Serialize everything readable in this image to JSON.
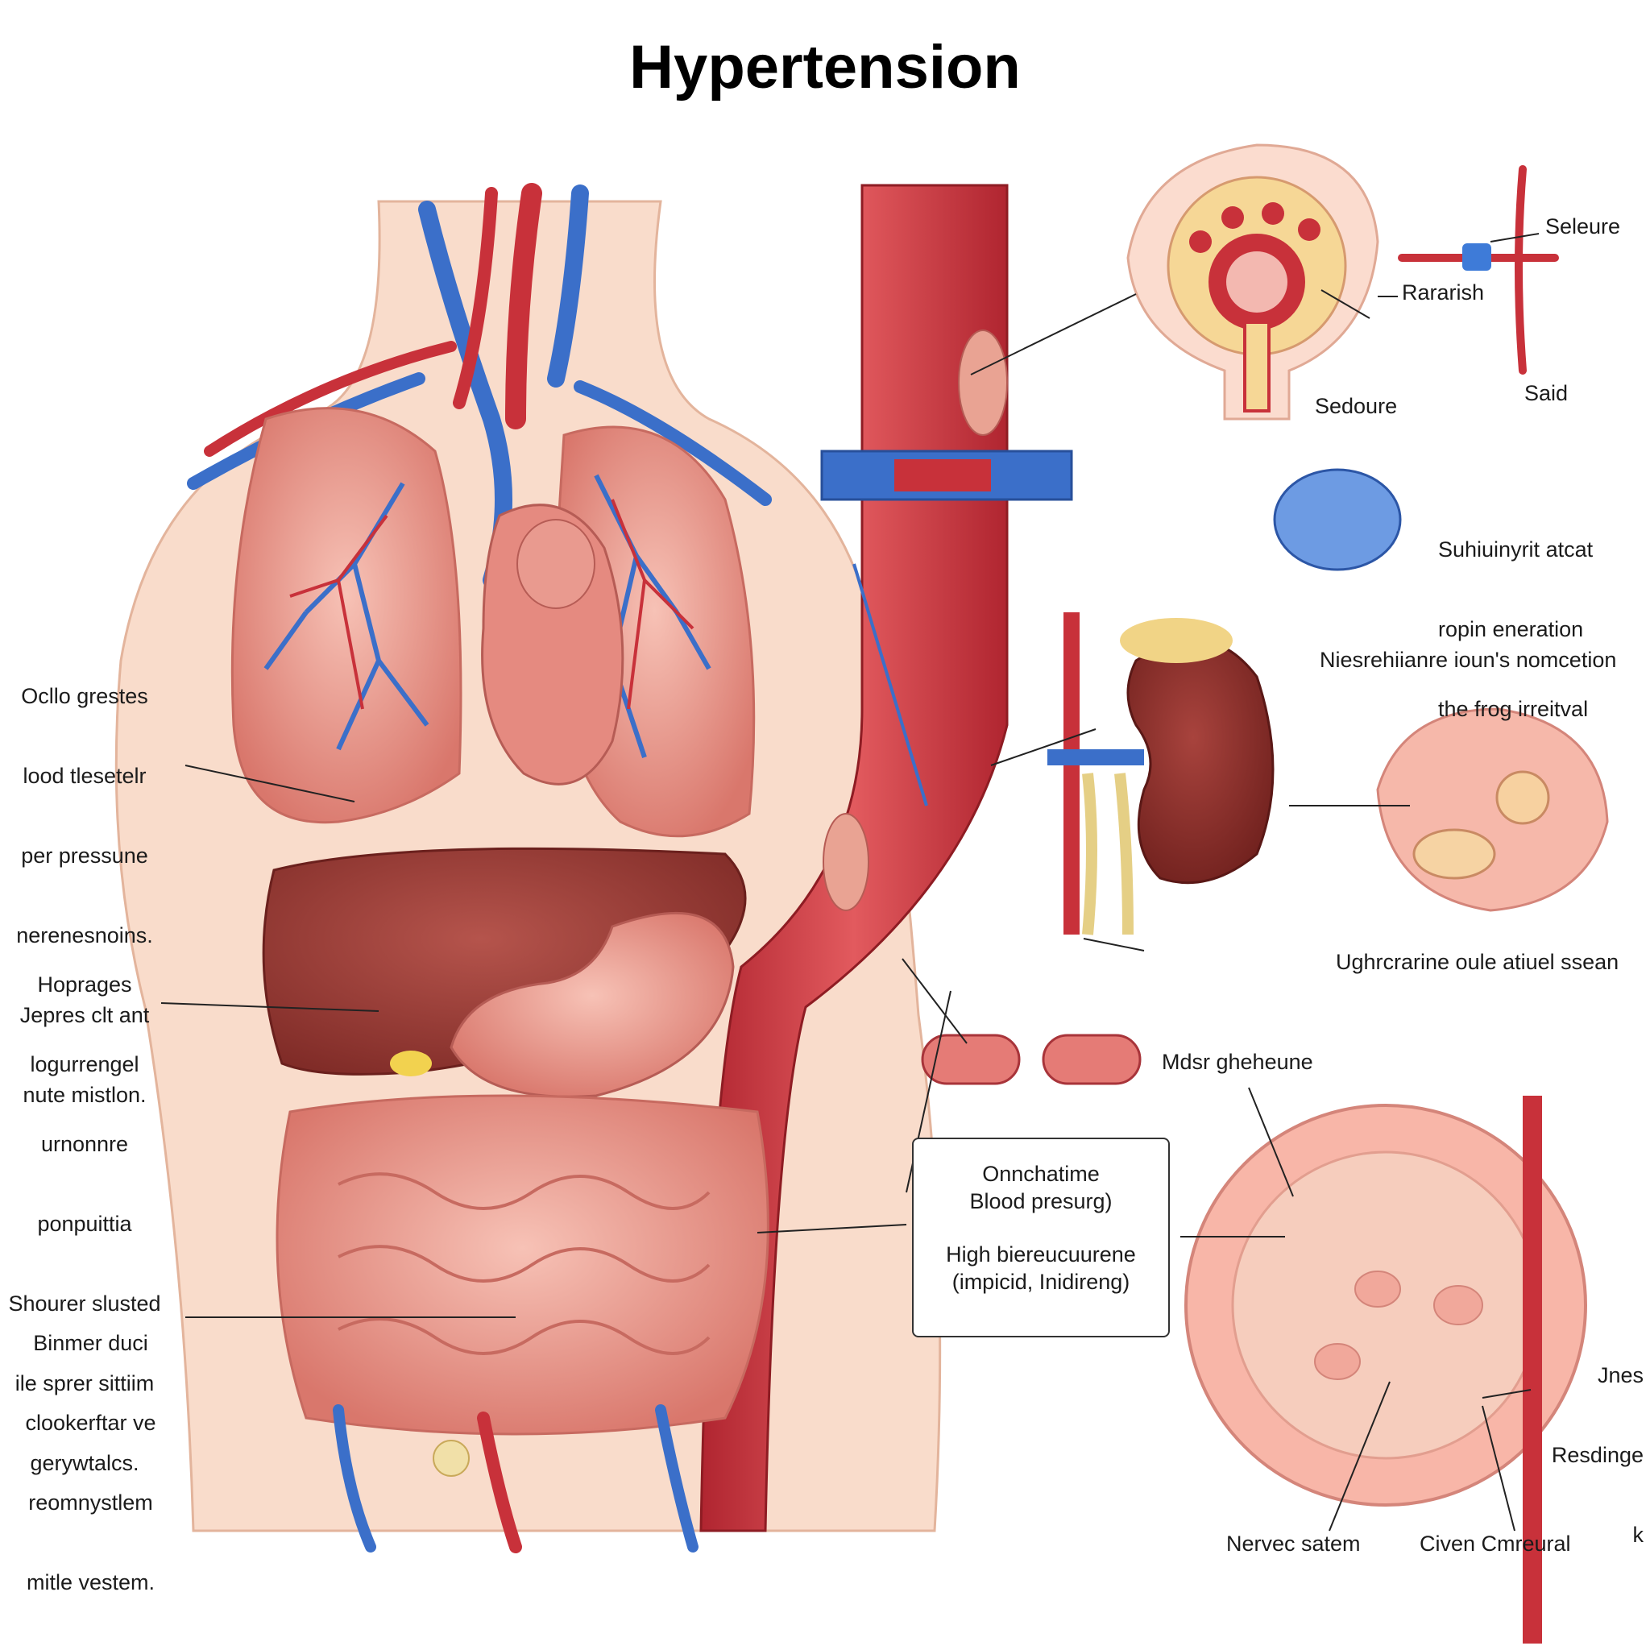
{
  "title": "Hypertension",
  "colors": {
    "artery": "#c8313a",
    "vein": "#3b6fc9",
    "organ": "#e89a8e",
    "liver": "#9a3a34",
    "skin": "#f9dcca"
  },
  "labels_left": [
    [
      "Ocllo grestes",
      "lood tlesetelr",
      "per pressune",
      "nerenesnoins.",
      "Jepres clt ant",
      "nute mistlon."
    ],
    [
      "Hoprages",
      "logurrengel",
      "urnonnre",
      "ponpuittia",
      "Shourer slusted",
      "ile sprer sittiim",
      "gerywtalcs."
    ],
    [
      "Binmer duci",
      "clookerftar ve",
      "reomnystlem",
      "mitle vestem."
    ]
  ],
  "labels_right": {
    "seleure": "Seleure",
    "rararish": "Rararish",
    "sedoure": "Sedoure",
    "said": "Said",
    "suhiuinyrit": [
      "Suhiuinyrit atcat",
      "ropin eneration",
      "the frog irreitval"
    ],
    "niesrehiianre": "Niesrehiianre ioun's nomcetion",
    "ughrcrarine": "Ughrcrarine oule atiuel ssean",
    "mdsr": "Mdsr gheheune",
    "jnes": [
      "Jnes",
      "Resdinge",
      "k"
    ],
    "nervec": "Nervec satem",
    "civen": "Civen Cmreural"
  },
  "callout": {
    "line1": "Onnchatime",
    "line2": "Blood presurg)",
    "line3": "High biereucuurene",
    "line4": "(impicid, Inidireng)"
  }
}
